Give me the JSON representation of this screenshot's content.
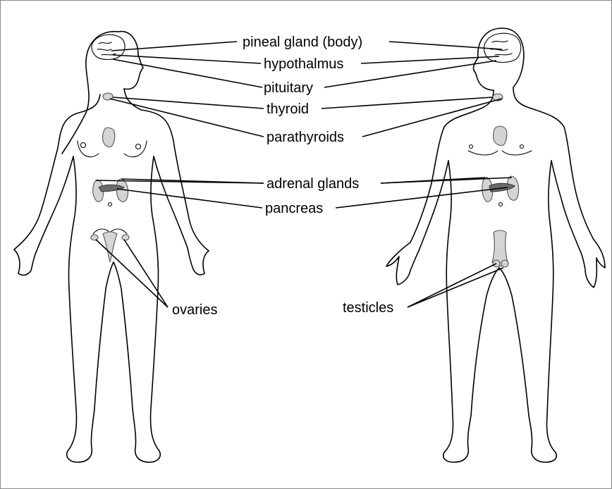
{
  "labels": {
    "pineal": "pineal gland (body)",
    "hypothalamus": "hypothalmus",
    "pituitary": "pituitary",
    "thyroid": "thyroid",
    "parathyroids": "parathyroids",
    "adrenal": "adrenal glands",
    "pancreas": "pancreas",
    "ovaries": "ovaries",
    "testicles": "testicles"
  },
  "colors": {
    "outline": "#000000",
    "gland_fill": "#d4d4d4",
    "pancreas_fill": "#6b6b6b",
    "frame_border": "#8a8a8a"
  }
}
